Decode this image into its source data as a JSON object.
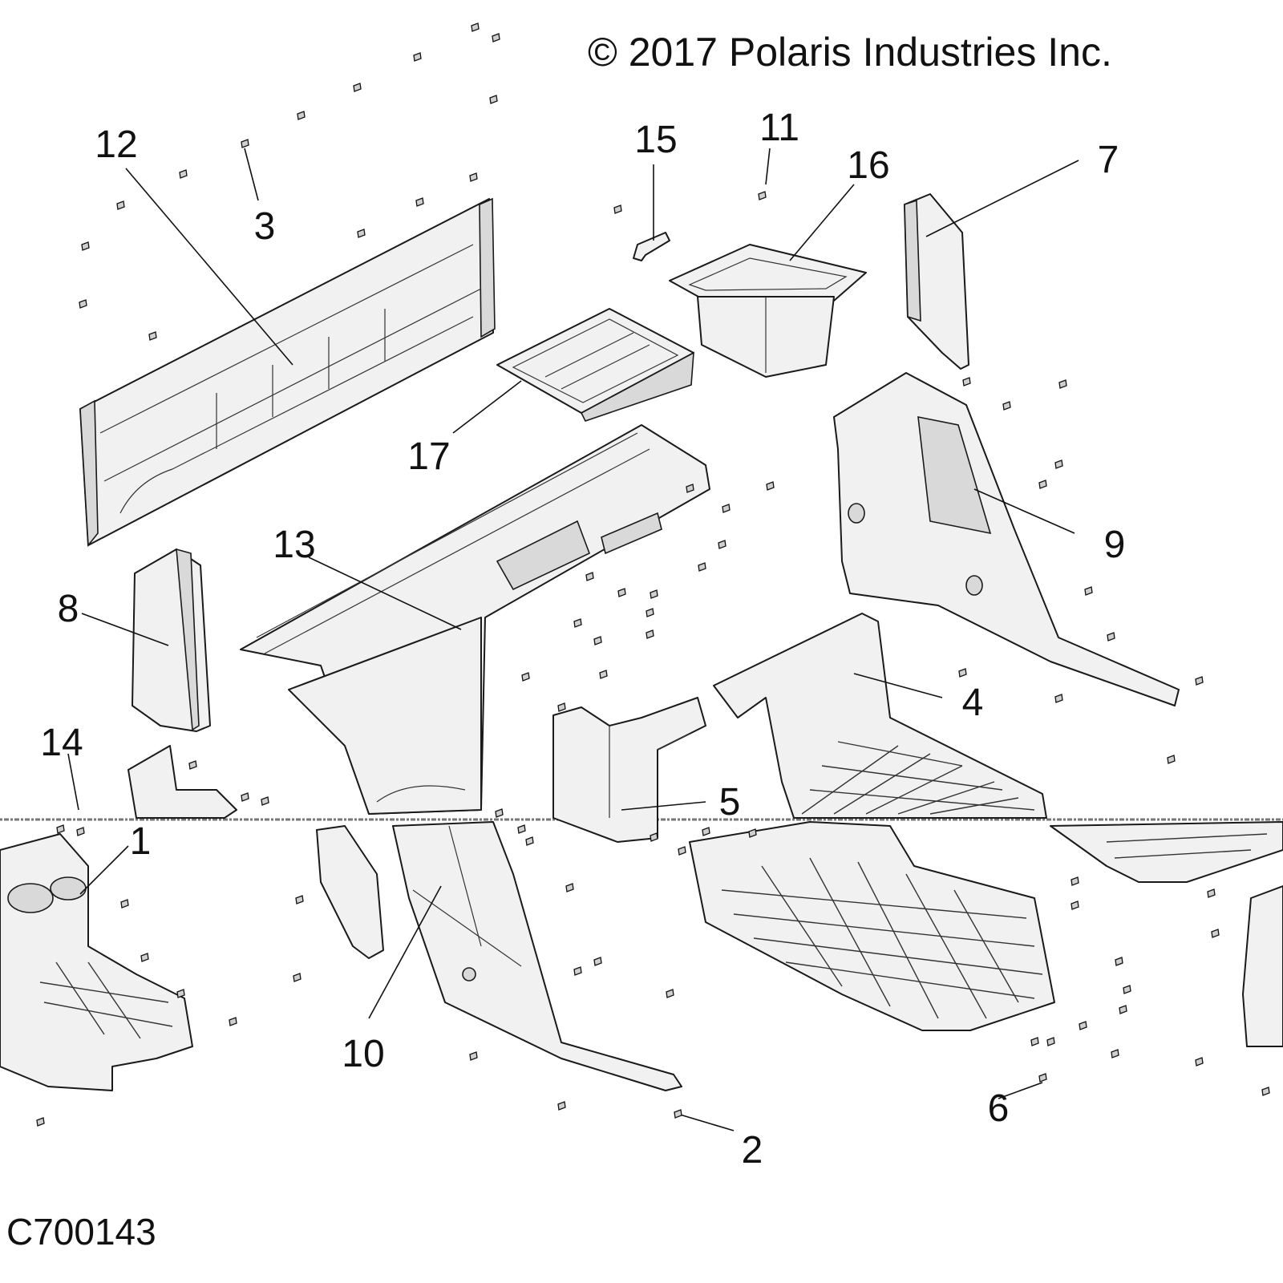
{
  "copyright": "© 2017 Polaris Industries Inc.",
  "figure_id": "C700143",
  "callouts": [
    "1",
    "2",
    "3",
    "4",
    "5",
    "6",
    "7",
    "8",
    "9",
    "10",
    "11",
    "12",
    "13",
    "14",
    "15",
    "16",
    "17"
  ]
}
